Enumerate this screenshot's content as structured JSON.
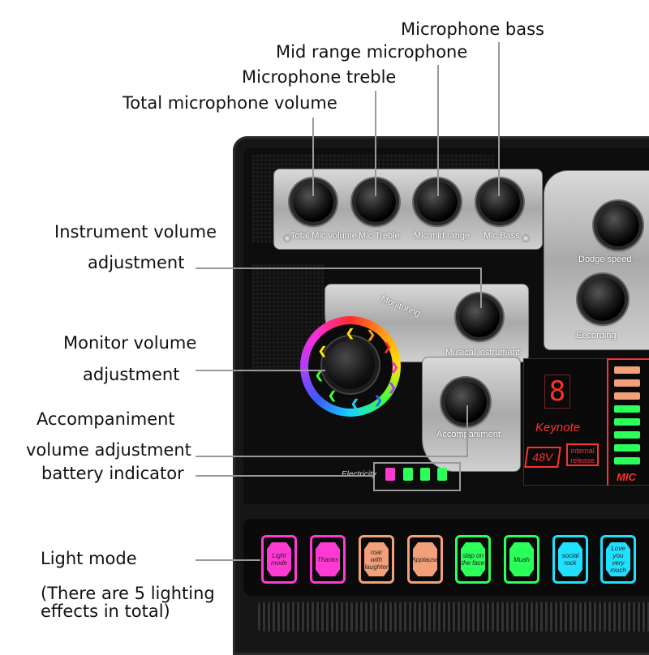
{
  "callouts": {
    "mic_bass": "Microphone bass",
    "mid_range": "Mid range microphone",
    "mic_treble": "Microphone treble",
    "total_mic_volume": "Total microphone volume",
    "instrument_line1": "Instrument volume",
    "instrument_line2": "adjustment",
    "monitor_line1": "Monitor volume",
    "monitor_line2": "adjustment",
    "accomp_line1": "Accompaniment",
    "accomp_line2": "volume adjustment",
    "battery": "battery indicator",
    "light_mode": "Light mode",
    "light_note1": "(There are 5 lighting",
    "light_note2": "effects in total)"
  },
  "device": {
    "knobs_top": [
      "Total Mic volume",
      "Mic Treble",
      "Mic mid range",
      "Mic Bass"
    ],
    "dodge_speed": "Dodge speed",
    "recording": "Eecording",
    "musical_instrument": "Musical instrument",
    "monitoring": "Monitoring",
    "accompaniment": "Accompaniment",
    "display_digit": "8",
    "keynote": "Keynote",
    "tag_48v": "48V",
    "tag_internal": "internal release",
    "mic": "MIC",
    "electricity": "Electricity",
    "pads": [
      "Light mode",
      "Thanks",
      "roar with laughter",
      "Applause",
      "slap on the face",
      "Muah",
      "social rock",
      "Love you very much"
    ]
  },
  "colors": {
    "pink": "#ff3ad2",
    "peach": "#f2a07a",
    "green": "#2bff5a",
    "cyan": "#20e0ff",
    "red": "#ff3030"
  }
}
